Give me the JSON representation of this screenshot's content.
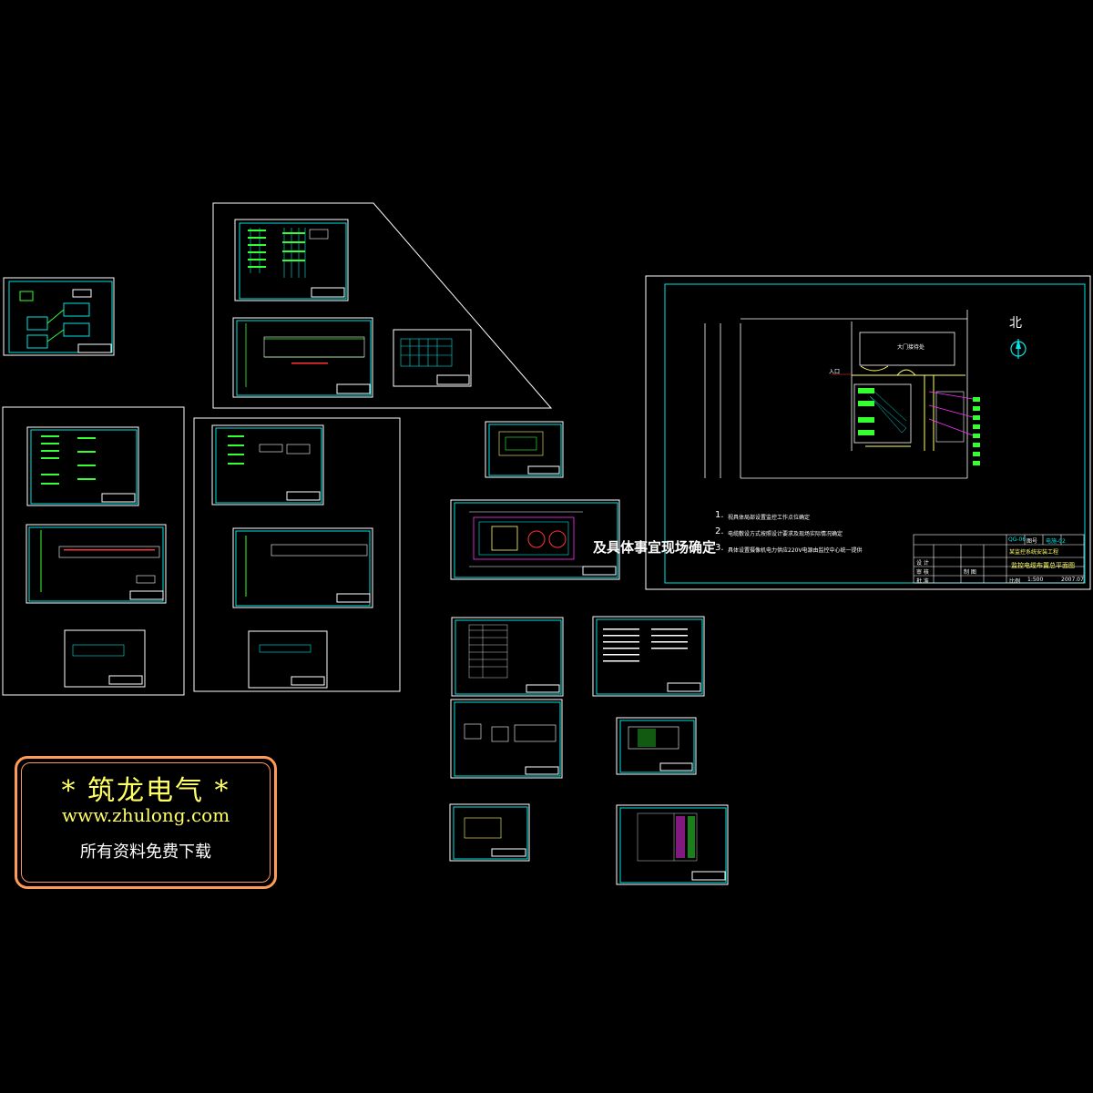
{
  "logo": {
    "title": "*  筑龙电气  *",
    "url": "www.zhulong.com",
    "subtitle": "所有资料免费下载"
  },
  "site_plan": {
    "north_label": "北",
    "entrance_label": "入口",
    "building_label": "大门接待处",
    "notes": [
      {
        "num": "1.",
        "text": "视具体局部设置监控工作点位确定"
      },
      {
        "num": "2.",
        "text": "电缆敷设方式按照设计要求及现场实际情况确定"
      },
      {
        "num": "3.",
        "text": "具体设置摄像机电力供应220V电源由监控中心统一提供"
      }
    ],
    "title_block": {
      "drawing_no": "QG-06",
      "sheet_label": "图号",
      "sheet_no": "电施-02",
      "project": "某监控系统安装工程",
      "drawing_title": "监控电缆布置总平面图",
      "scale_label": "比例",
      "scale": "1:500",
      "date": "2007.07",
      "designer": "设 计",
      "checker": "审 核",
      "approver": "批 准",
      "drawer": "制 图"
    }
  },
  "floating_note": "及具体事宜现场确定",
  "colors": {
    "background": "#000000",
    "frame": "#ffffff",
    "border_cyan": "#00e5e5",
    "yellow": "#ffff66",
    "green": "#33ff33",
    "red": "#ff3333",
    "magenta": "#ff33ff",
    "logo_border": "#ff9a5a"
  }
}
